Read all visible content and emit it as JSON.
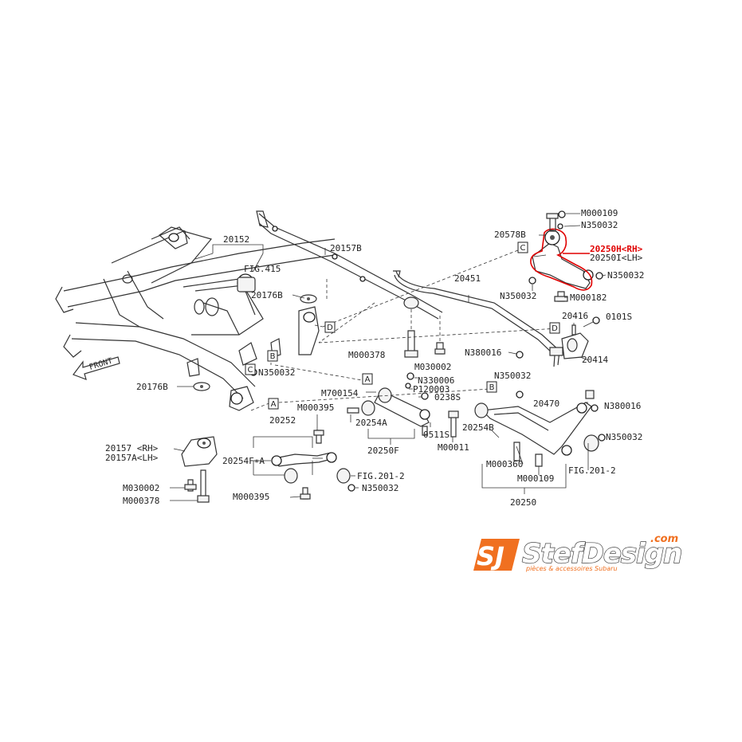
{
  "diagram": {
    "labels": {
      "p20152": "20152",
      "fig415": "FIG.415",
      "p20157b_top": "20157B",
      "p20176b_top": "20176B",
      "p20176b_left": "20176B",
      "n350032_center": "N350032",
      "p20157_rh": "20157 <RH>",
      "p20157a_lh": "20157A<LH>",
      "m030002_left": "M030002",
      "m000378_left": "M000378",
      "p20252": "20252",
      "m000395_top": "M000395",
      "p20254f_a": "20254F∗A",
      "fig201_2_left": "FIG.201-2",
      "n350032_bottom": "N350032",
      "m000395_bottom": "M000395",
      "m000378_mid": "M000378",
      "m030002_mid": "M030002",
      "m700154": "M700154",
      "n330006": "N330006",
      "p120003": "P120003",
      "p0238s": "0238S",
      "p20254a": "20254A",
      "p0511s": "0511S",
      "m000011": "M00011",
      "p20250f": "20250F",
      "p20451": "20451",
      "n380016_left": "N380016",
      "n350032_mid": "N350032",
      "p20254b": "20254B",
      "p20470": "20470",
      "n380016_right": "N380016",
      "m000360": "M000360",
      "m000109_bottom": "M000109",
      "fig201_2_right": "FIG.201-2",
      "n350032_right_low": "N350032",
      "p20250": "20250",
      "p20414": "20414",
      "p20416": "20416",
      "p0101s": "0101S",
      "m000109_top": "M000109",
      "n350032_top": "N350032",
      "p20578b": "20578B",
      "p20250h_rh": "20250H<RH>",
      "p20250i_lh": "20250I<LH>",
      "n350032_arm": "N350032",
      "n350032_arm_left": "N350032",
      "m000182": "M000182",
      "front": "FRONT"
    },
    "callout_boxes": {
      "a_left": "A",
      "b_left": "B",
      "c_left": "C",
      "d_left": "D",
      "a_mid": "A",
      "b_mid": "B",
      "c_right": "C",
      "d_right": "D"
    },
    "highlight_color": "#e00000"
  },
  "logo": {
    "main": "StefDesign",
    "com": ".com",
    "tagline": "pièces & accessoires Subaru",
    "sj": "SJ",
    "accent": "#f07020"
  }
}
